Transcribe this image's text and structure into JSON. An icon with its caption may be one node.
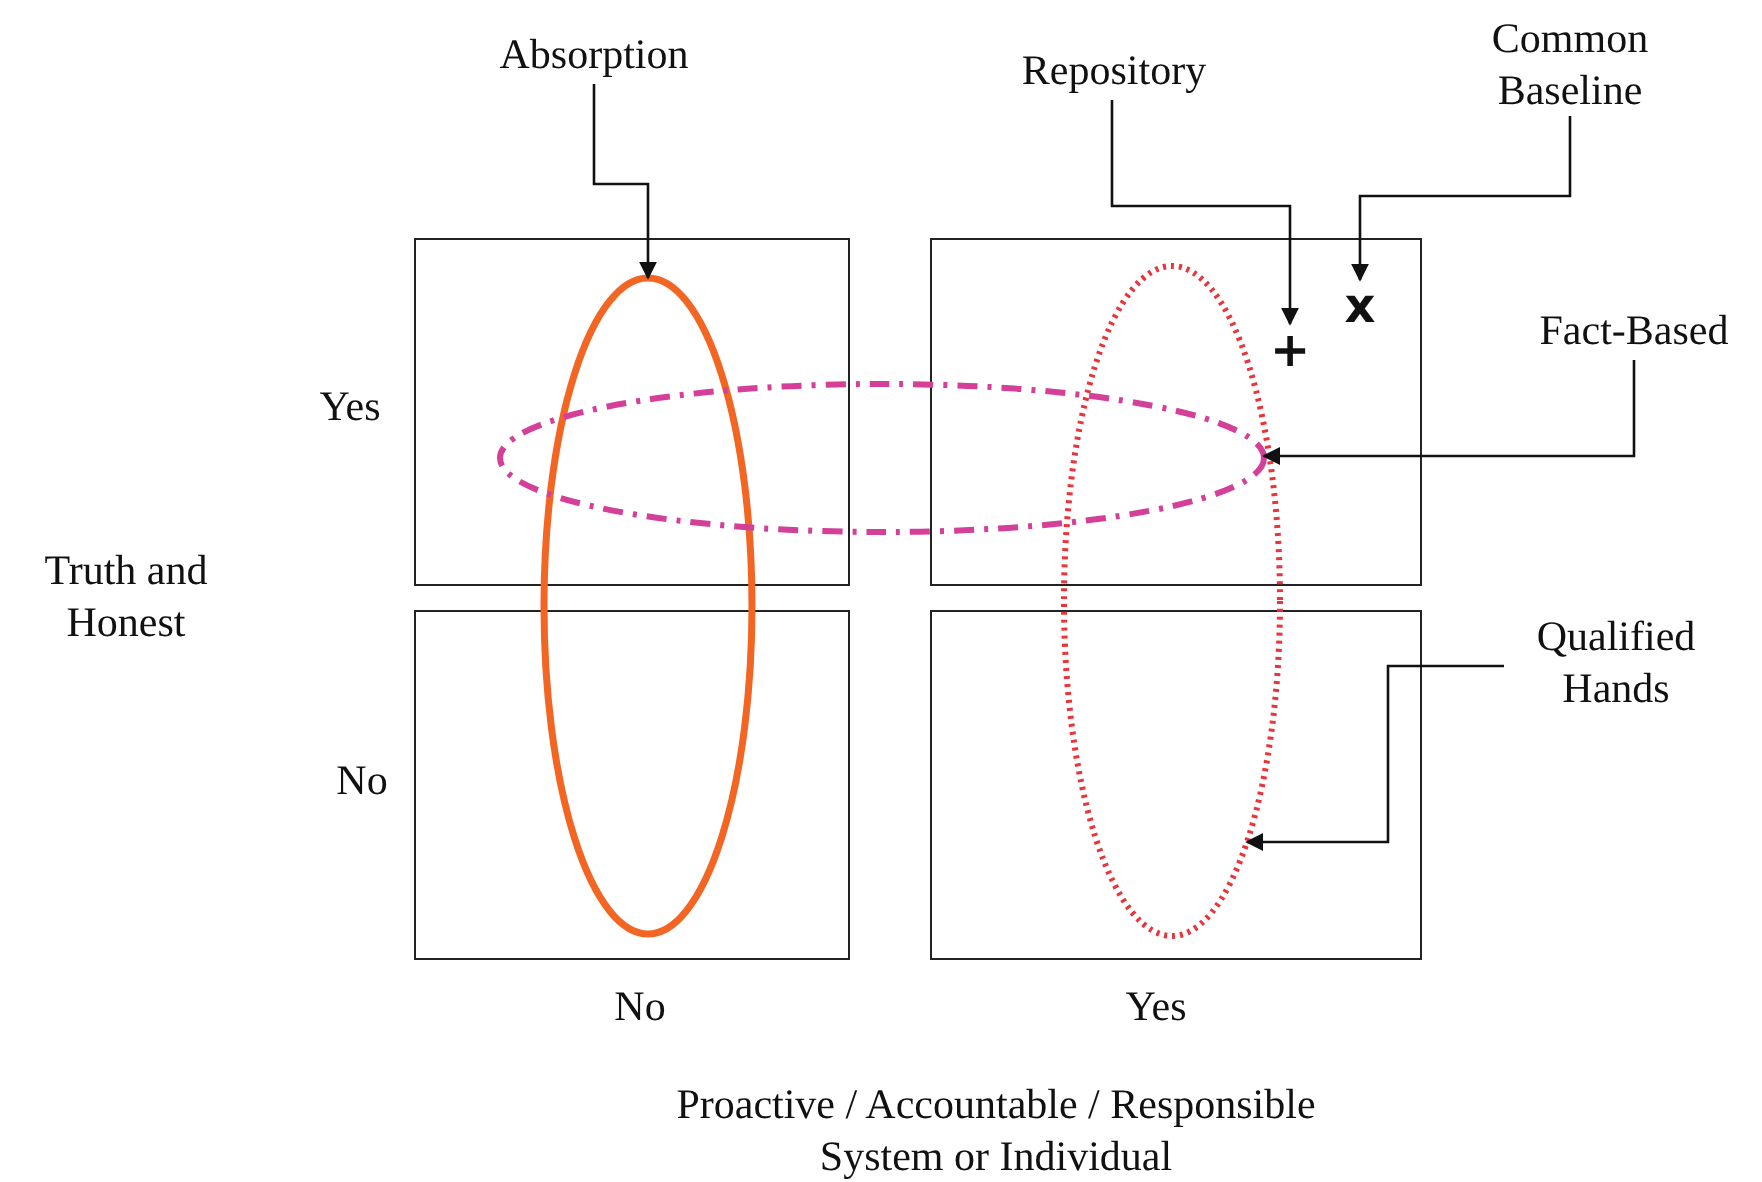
{
  "diagram": {
    "nodes": [
      {
        "text": [
          "Absorption"
        ]
      },
      {
        "text": [
          "Repository"
        ]
      },
      {
        "text": [
          "Common Baseline"
        ]
      },
      {
        "text": [],
        "shape": "box"
      },
      {
        "text": [],
        "shape": "box"
      },
      {
        "text": [],
        "shape": "box"
      },
      {
        "text": [],
        "shape": "box"
      },
      {
        "text": [],
        "shape": "ellipse"
      },
      {
        "text": [],
        "shape": "ellipse"
      },
      {
        "text": [
          "+"
        ],
        "in": 4
      },
      {
        "text": [
          "x"
        ],
        "in": 4
      },
      {
        "text": [
          "Fact-Based"
        ]
      },
      {
        "text": [],
        "shape": "ellipse"
      },
      {
        "text": [
          "Qualified Hands"
        ]
      }
    ],
    "edges": [
      {
        "from": 0,
        "to": 7,
        "arrow": "to"
      },
      {
        "from": 1,
        "to": 9,
        "arrow": "to"
      },
      {
        "from": 2,
        "to": 10,
        "arrow": "to"
      },
      {
        "from": 11,
        "to": 8,
        "arrow": "to"
      },
      {
        "from": 13,
        "to": 12,
        "arrow": "to"
      }
    ],
    "labels": [
      "Yes",
      "No",
      "Truth and Honest",
      "No",
      "Yes",
      "Proactive / Accountable / Responsible System or Individual"
    ]
  }
}
